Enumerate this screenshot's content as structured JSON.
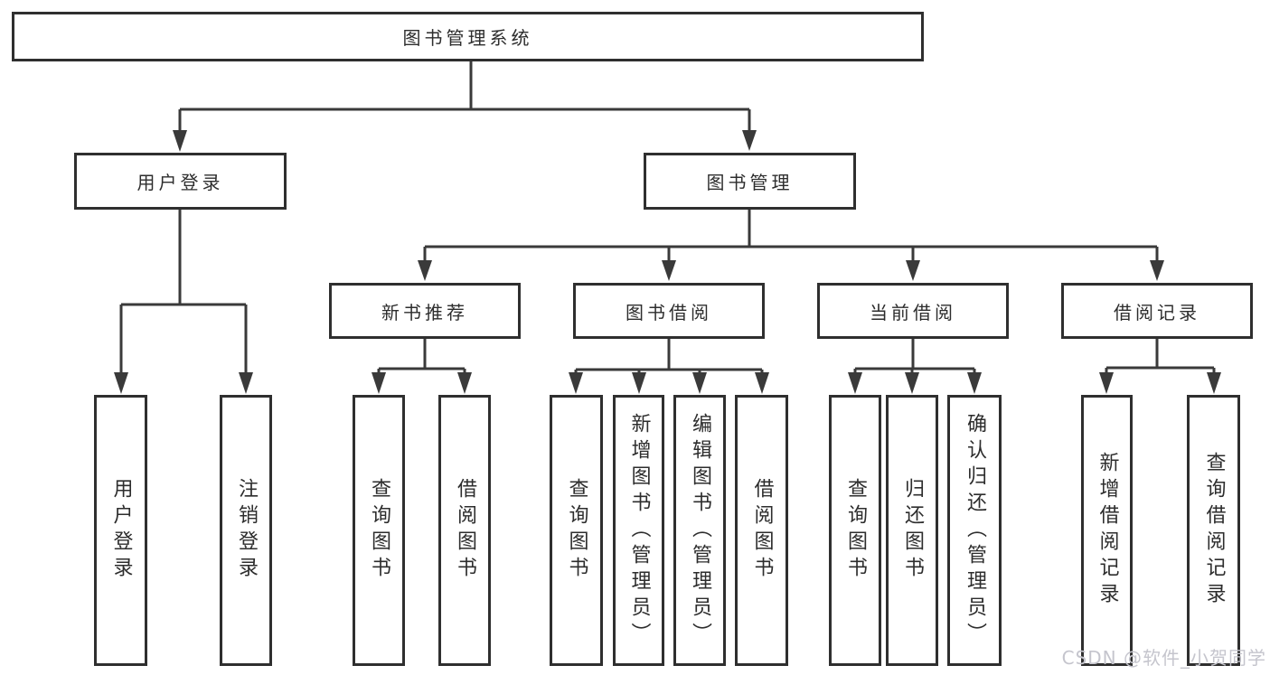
{
  "diagram": {
    "tree": {
      "label": "图书管理系统",
      "children": [
        {
          "label": "用户登录",
          "children": [
            {
              "label": "用户登录"
            },
            {
              "label": "注销登录"
            }
          ]
        },
        {
          "label": "图书管理",
          "children": [
            {
              "label": "新书推荐",
              "children": [
                {
                  "label": "查询图书"
                },
                {
                  "label": "借阅图书"
                }
              ]
            },
            {
              "label": "图书借阅",
              "children": [
                {
                  "label": "查询图书"
                },
                {
                  "label": "新增图书（管理员）"
                },
                {
                  "label": "编辑图书（管理员）"
                },
                {
                  "label": "借阅图书"
                }
              ]
            },
            {
              "label": "当前借阅",
              "children": [
                {
                  "label": "查询图书"
                },
                {
                  "label": "归还图书"
                },
                {
                  "label": "确认归还（管理员）"
                }
              ]
            },
            {
              "label": "借阅记录",
              "children": [
                {
                  "label": "新增借阅记录"
                },
                {
                  "label": "查询借阅记录"
                }
              ]
            }
          ]
        }
      ]
    },
    "colors": {
      "line": "#3a3a3a",
      "border": "#2f2f2f",
      "text": "#2d2d2d",
      "background": "#ffffff",
      "watermark_text": "#c5c5cd"
    }
  },
  "watermark": {
    "text": "CSDN @软件_小贺同学"
  }
}
